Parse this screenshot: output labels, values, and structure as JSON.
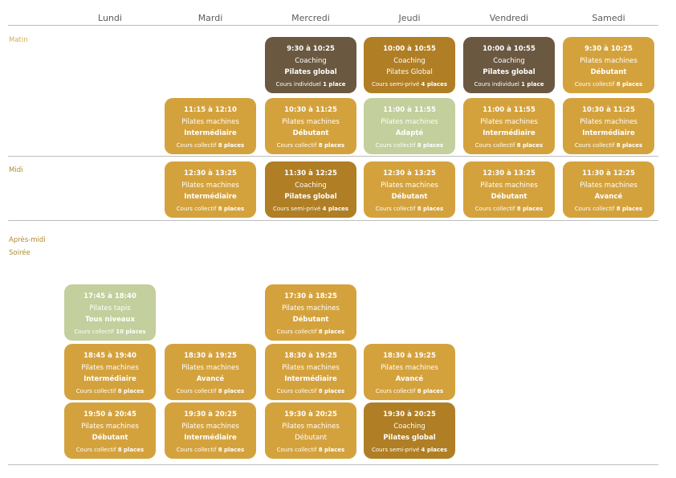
{
  "days": [
    "Lundi",
    "Mardi",
    "Mercredi",
    "Jeudi",
    "Vendredi",
    "Samedi"
  ],
  "periods": {
    "morning": "Matin",
    "noon": "Midi",
    "afternoon": "Après-midi",
    "evening": "Soirée"
  },
  "colors": {
    "gold": "#d4a23d",
    "brown": "#6a5840",
    "amber": "#b07e24",
    "green": "#c3cf9c",
    "period_text": "#b08a2e"
  },
  "sessions": [
    {
      "day": "Mercredi",
      "time": "9:30 à 10:25",
      "name": "Coaching",
      "level": "Pilates global",
      "type": "Cours individuel",
      "places": "1 place",
      "color": "brown"
    },
    {
      "day": "Jeudi",
      "time": "10:00 à 10:55",
      "name": "Coaching",
      "level": "Pilates Global",
      "type": "Cours semi-privé",
      "places": "4 places",
      "color": "amber",
      "level_regular": true
    },
    {
      "day": "Vendredi",
      "time": "10:00 à 10:55",
      "name": "Coaching",
      "level": "Pilates global",
      "type": "Cours individuel",
      "places": "1 place",
      "color": "brown"
    },
    {
      "day": "Samedi",
      "time": "9:30 à 10:25",
      "name": "Pilates machines",
      "level": "Débutant",
      "type": "Cours collectif",
      "places": "8 places",
      "color": "gold"
    },
    {
      "day": "Mardi",
      "time": "11:15 à 12:10",
      "name": "Pilates machines",
      "level": "Intermédiaire",
      "type": "Cours collectif",
      "places": "8 places",
      "color": "gold"
    },
    {
      "day": "Mercredi",
      "time": "10:30 à 11:25",
      "name": "Pilates machines",
      "level": "Débutant",
      "type": "Cours collectif",
      "places": "8 places",
      "color": "gold"
    },
    {
      "day": "Jeudi",
      "time": "11:00 à 11:55",
      "name": "Pilates machines",
      "level": "Adapté",
      "type": "Cours collectif",
      "places": "8 places",
      "color": "green"
    },
    {
      "day": "Vendredi",
      "time": "11:00 à 11:55",
      "name": "Pilates machines",
      "level": "Intermédiaire",
      "type": "Cours collectif",
      "places": "8 places",
      "color": "gold"
    },
    {
      "day": "Samedi",
      "time": "10:30 à 11:25",
      "name": "Pilates machines",
      "level": "Intermédiaire",
      "type": "Cours collectif",
      "places": "8 places",
      "color": "gold"
    },
    {
      "day": "Mardi",
      "time": "12:30 à 13:25",
      "name": "Pilates machines",
      "level": "Intermédiaire",
      "type": "Cours collectif",
      "places": "8 places",
      "color": "gold"
    },
    {
      "day": "Mercredi",
      "time": "11:30 à 12:25",
      "name": "Coaching",
      "level": "Pilates global",
      "type": "Cours semi-privé",
      "places": "4 places",
      "color": "amber"
    },
    {
      "day": "Jeudi",
      "time": "12:30 à 13:25",
      "name": "Pilates machines",
      "level": "Débutant",
      "type": "Cours collectif",
      "places": "8 places",
      "color": "gold"
    },
    {
      "day": "Vendredi",
      "time": "12:30 à 13:25",
      "name": "Pilates machines",
      "level": "Débutant",
      "type": "Cours collectif",
      "places": "8 places",
      "color": "gold"
    },
    {
      "day": "Samedi",
      "time": "11:30 à 12:25",
      "name": "Pilates machines",
      "level": "Avancé",
      "type": "Cours collectif",
      "places": "8 places",
      "color": "gold"
    },
    {
      "day": "Lundi",
      "time": "17:45 à 18:40",
      "name": "Pilates tapis",
      "level": "Tous niveaux",
      "type": "Cours collectif",
      "places": "10 places",
      "color": "green"
    },
    {
      "day": "Mercredi",
      "time": "17:30 à 18:25",
      "name": "Pilates machines",
      "level": "Débutant",
      "type": "Cours collectif",
      "places": "8 places",
      "color": "gold"
    },
    {
      "day": "Lundi",
      "time": "18:45 à 19:40",
      "name": "Pilates machines",
      "level": "Intermédiaire",
      "type": "Cours collectif",
      "places": "8 places",
      "color": "gold"
    },
    {
      "day": "Mardi",
      "time": "18:30 à 19:25",
      "name": "Pilates machines",
      "level": "Avancé",
      "type": "Cours collectif",
      "places": "8 places",
      "color": "gold"
    },
    {
      "day": "Mercredi",
      "time": "18:30 à 19:25",
      "name": "Pilates machines",
      "level": "Intermédiaire",
      "type": "Cours collectif",
      "places": "8 places",
      "color": "gold"
    },
    {
      "day": "Jeudi",
      "time": "18:30 à 19:25",
      "name": "Pilates machines",
      "level": "Avancé",
      "type": "Cours collectif",
      "places": "8 places",
      "color": "gold"
    },
    {
      "day": "Lundi",
      "time": "19:50 à 20:45",
      "name": "Pilates machines",
      "level": "Débutant",
      "type": "Cours collectif",
      "places": "8 places",
      "color": "gold"
    },
    {
      "day": "Mardi",
      "time": "19:30 à 20:25",
      "name": "Pilates machines",
      "level": "Intermédiaire",
      "type": "Cours collectif",
      "places": "8 places",
      "color": "gold"
    },
    {
      "day": "Mercredi",
      "time": "19:30 à 20:25",
      "name": "Pilates machines",
      "level": "Débutant",
      "type": "Cours collectif",
      "places": "8 places",
      "color": "gold",
      "level_regular": true
    },
    {
      "day": "Jeudi",
      "time": "19:30 à 20:25",
      "name": "Coaching",
      "level": "Pilates global",
      "type": "Cours semi-privé",
      "places": "4 places",
      "color": "amber"
    }
  ]
}
